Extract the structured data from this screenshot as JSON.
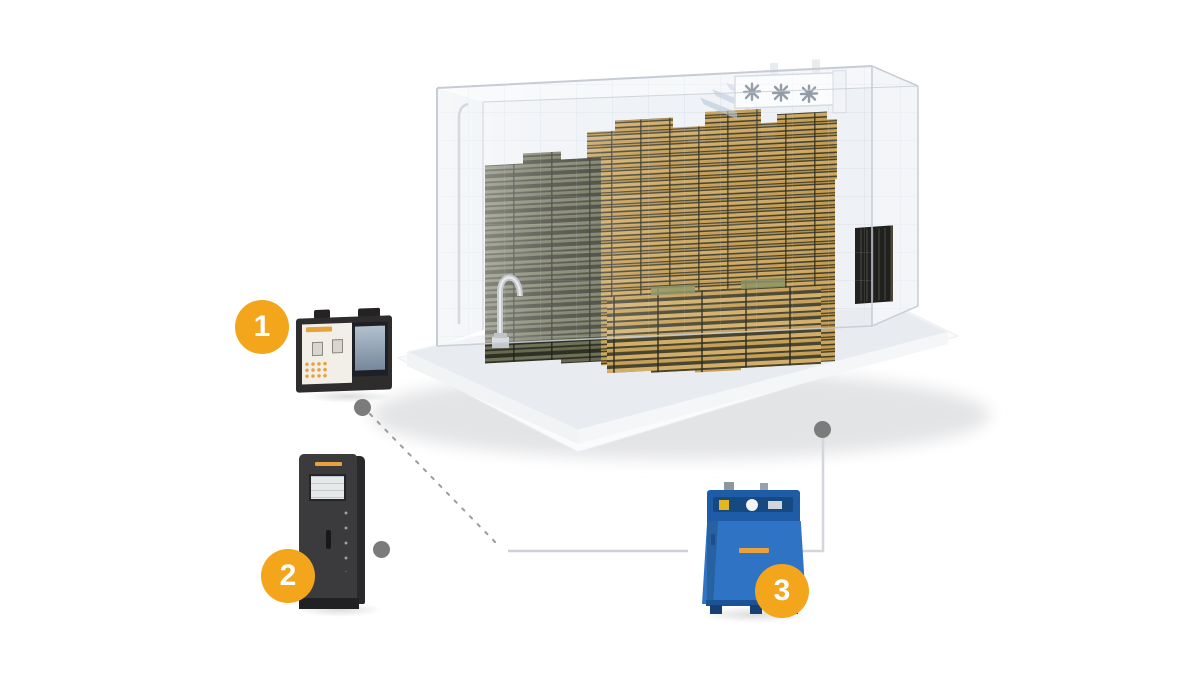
{
  "scene": {
    "background_color": "#ffffff",
    "accent_color": "#F3A51C",
    "badges": [
      {
        "number": "1",
        "target": "gas-analyzer-device"
      },
      {
        "number": "2",
        "target": "control-cabinet-device"
      },
      {
        "number": "3",
        "target": "nitrogen-generator-device"
      }
    ],
    "room": {
      "wall_color": "#eef1f5",
      "edge_color": "#c7ccd4",
      "platform_color": "#e8ebef",
      "crate_light_color": "#cda760",
      "crate_dark_color": "#6f7258",
      "vent_color": "#20201e",
      "fan_color": "#8f99a4",
      "airflow_color": "#b3c4d6"
    },
    "devices": {
      "analyzer": {
        "body_color": "#2e2c2d",
        "panel_color": "#f2efe9",
        "screen_color": "#8ea2b6",
        "logo_color": "#e8a13c"
      },
      "cabinet": {
        "body_color": "#3b3a3c",
        "side_color": "#29282b",
        "screen_color": "#e6e9ea",
        "logo_color": "#e8a13c"
      },
      "generator": {
        "body_color": "#2f73c4",
        "top_color": "#1e5ca8",
        "logo_color": "#e8a13c"
      }
    },
    "connectors": {
      "dot_color": "#7b7b7b",
      "solid_line_color": "#cdd0d4",
      "dashed_line_color": "#9c9c9c"
    }
  }
}
